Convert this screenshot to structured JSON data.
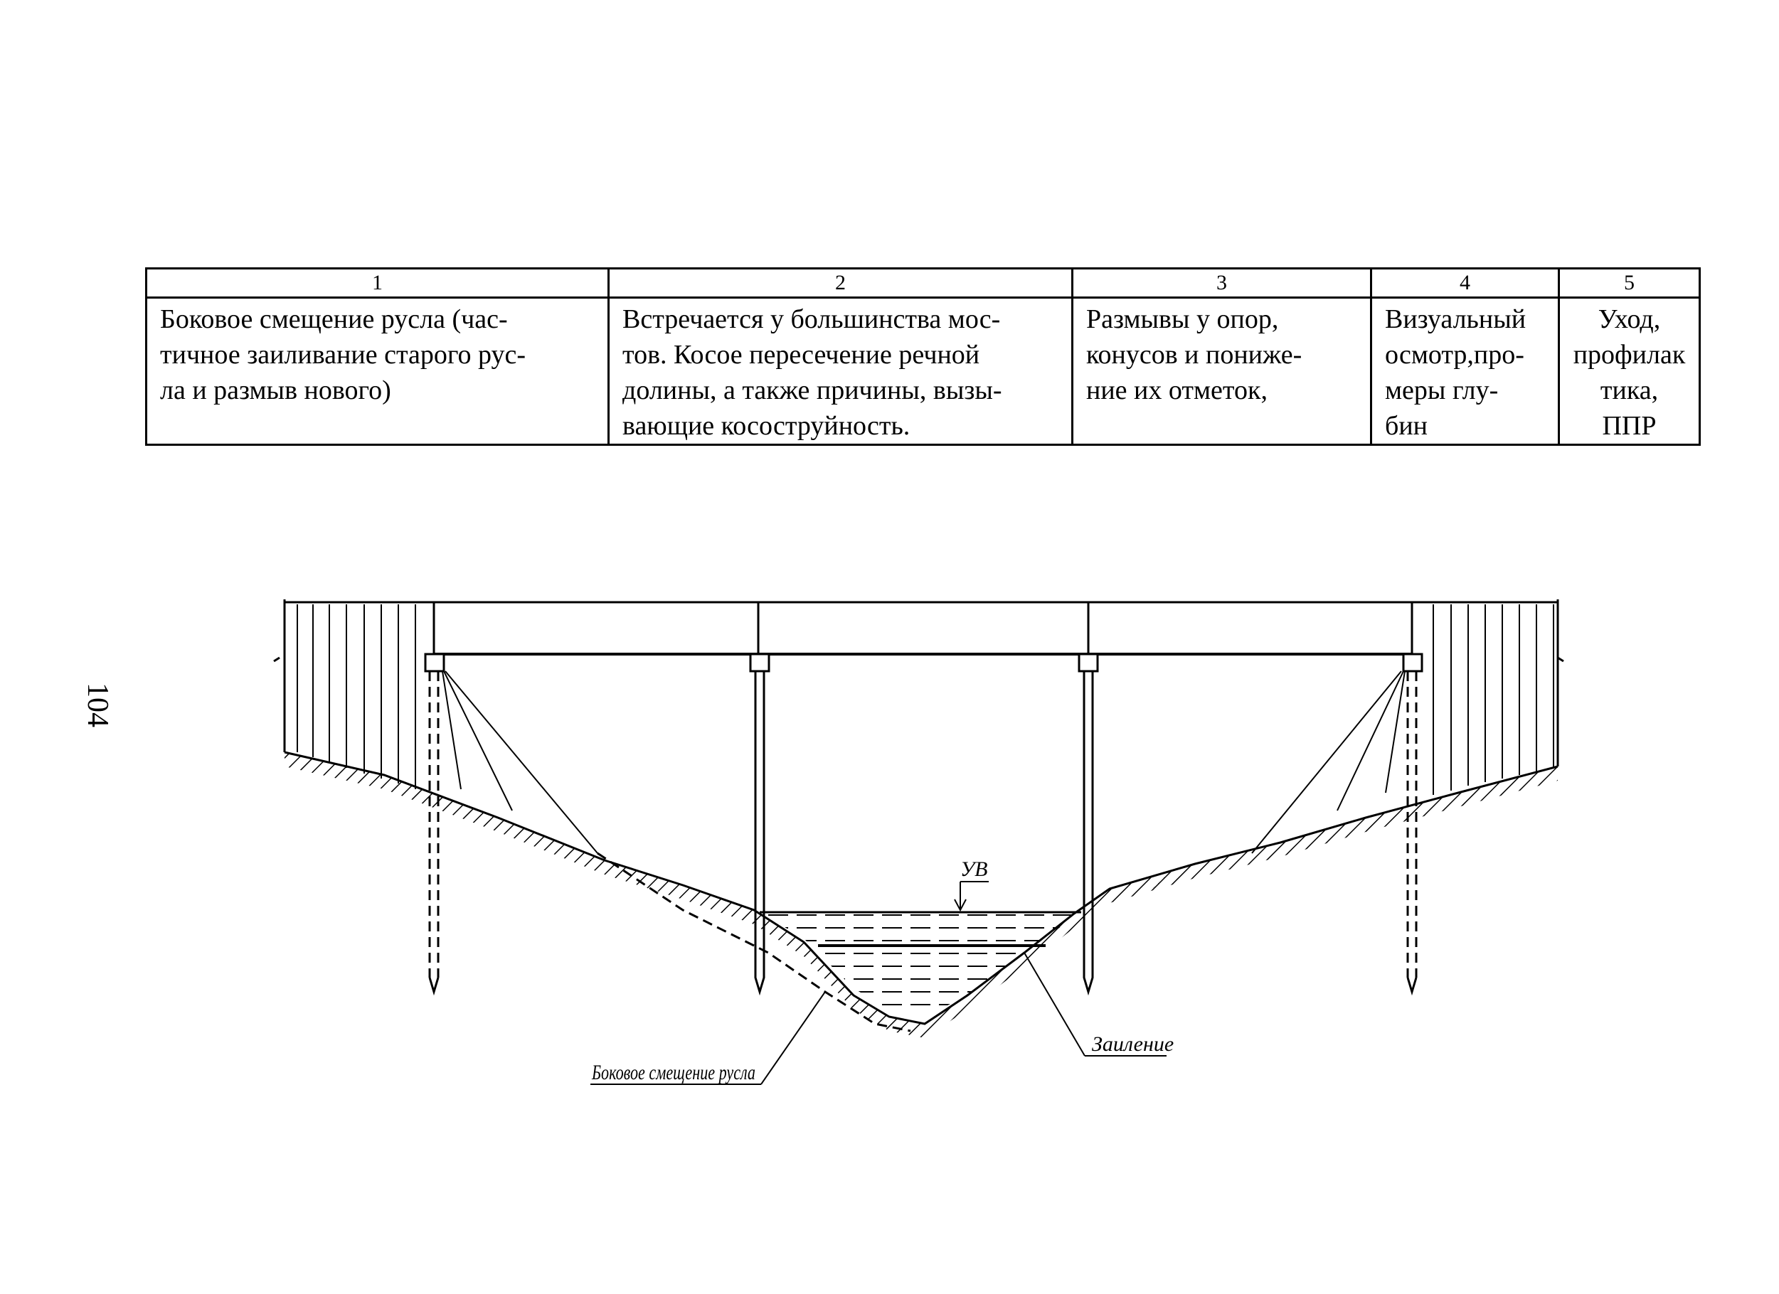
{
  "table": {
    "headers": [
      "1",
      "2",
      "3",
      "4",
      "5"
    ],
    "row": [
      "Боковое смещение русла (час-\nтичное заиливание старого рус-\nла и размыв нового)",
      "Встречается у большинства мос-\nтов. Косое пересечение речной\nдолины, а также причины, вызы-\nвающие косоструйность.",
      "Размывы у опор,\nконусов и пониже-\nние их отметок,",
      "Визуальный\nосмотр,про-\nмеры глу-\nбин",
      "Уход,\nпрофилак\nтика, ППР"
    ]
  },
  "page_number": "104",
  "drawing": {
    "water_level_label": "УВ",
    "label_right": "Заиление",
    "label_left": "Боковое смещение русла"
  }
}
